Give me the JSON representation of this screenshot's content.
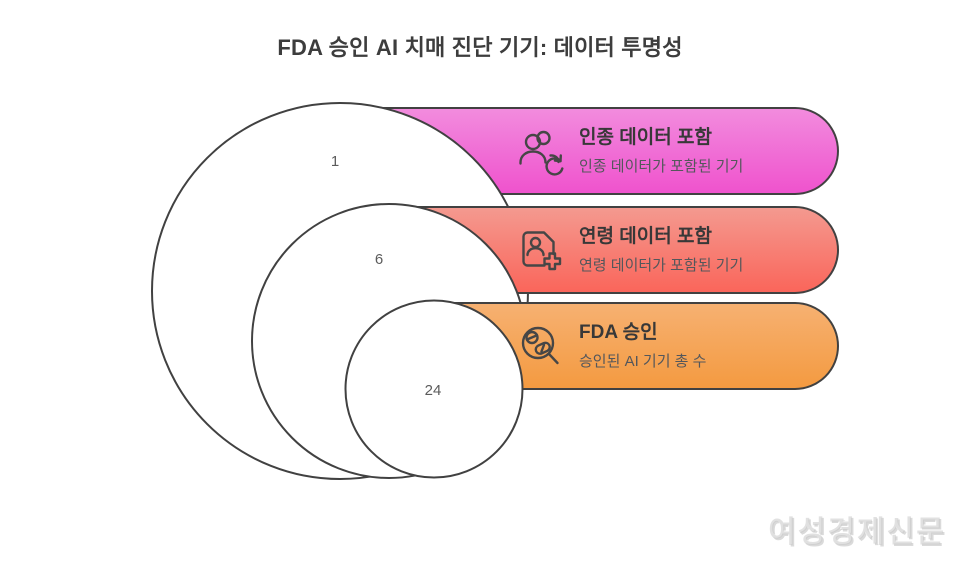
{
  "page": {
    "title": "FDA 승인 AI 치매 진단 기기: 데이터 투명성",
    "background_color": "#ffffff",
    "outline_color": "#414141"
  },
  "diagram": {
    "type": "nested-circles",
    "description_note": "three bottom-aligned nested white circles, each tangent to the top of its banner",
    "circle_fill": "#ffffff",
    "number_color": "#5b5b5b"
  },
  "banners": [
    {
      "title": "인종 데이터 포함",
      "subtitle": "인종 데이터가 포함된 기기",
      "value": 1,
      "icon": "users-refresh-icon",
      "gradient_top": "#F28CDE",
      "gradient_bottom": "#EF52CD"
    },
    {
      "title": "연령 데이터 포함",
      "subtitle": "연령 데이터가 포함된 기기",
      "value": 6,
      "icon": "patient-file-plus-icon",
      "gradient_top": "#F49A90",
      "gradient_bottom": "#FA655A"
    },
    {
      "title": "FDA 승인",
      "subtitle": "승인된 AI 기기 총 수",
      "value": 24,
      "icon": "pill-search-icon",
      "gradient_top": "#F6B172",
      "gradient_bottom": "#F49A40"
    }
  ],
  "watermark": {
    "text": "여성경제신문"
  }
}
